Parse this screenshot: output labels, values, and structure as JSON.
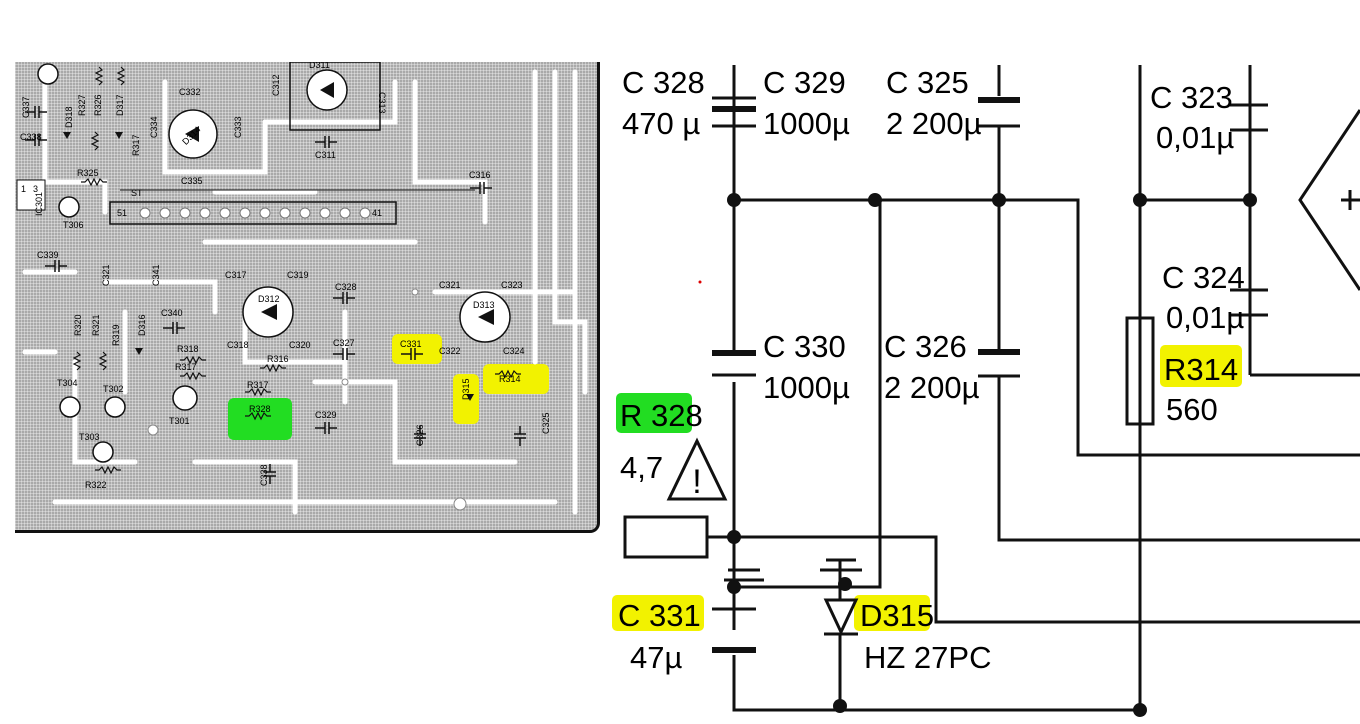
{
  "pcb": {
    "labels": {
      "c337": "C337",
      "c338": "C338",
      "d318": "D318",
      "r327": "R327",
      "r326": "R326",
      "d317": "D317",
      "r317a": "R317",
      "c334": "C334",
      "d314": "D314",
      "c332": "C332",
      "c333": "C333",
      "c335": "C335",
      "c312": "C312",
      "d311": "D311",
      "c313": "C313",
      "c311": "C311",
      "ic301": "IC301",
      "r325": "R325",
      "st": "ST",
      "t306": "T306",
      "c316": "C316",
      "pin51": "51",
      "pin41": "41",
      "pin1": "1",
      "pin3": "3",
      "c339": "C339",
      "c321a": "C321",
      "c341": "C341",
      "c317": "C317",
      "c319": "C319",
      "c328": "C328",
      "c321b": "C321",
      "c323": "C323",
      "d312": "D312",
      "d313": "D313",
      "c340": "C340",
      "d316": "D316",
      "r320": "R320",
      "r321": "R321",
      "r319": "R319",
      "r318": "R318",
      "c318": "C318",
      "c320": "C320",
      "c327": "C327",
      "c331": "C331",
      "c322": "C322",
      "c324": "C324",
      "r316": "R316",
      "r317b": "R317",
      "r314": "R314",
      "d315": "D315",
      "t304": "T304",
      "t302": "T302",
      "t301": "T301",
      "r317c": "R317",
      "r328": "R328",
      "c329": "C329",
      "c326": "C326",
      "c325": "C325",
      "t303": "T303",
      "r322": "R322",
      "c338b": "C338"
    }
  },
  "schematic": {
    "c328": {
      "ref": "C 328",
      "value": "470 µ"
    },
    "c329": {
      "ref": "C 329",
      "value": "1000µ"
    },
    "c325": {
      "ref": "C 325",
      "value": "2 200µ"
    },
    "c323": {
      "ref": "C 323",
      "value": "0,01µ"
    },
    "c324": {
      "ref": "C 324",
      "value": "0,01µ"
    },
    "c330": {
      "ref": "C 330",
      "value": "1000µ"
    },
    "c326": {
      "ref": "C 326",
      "value": "2 200µ"
    },
    "r314": {
      "ref": "R314",
      "value": "560"
    },
    "r328": {
      "ref": "R 328",
      "value": "4,7"
    },
    "c331": {
      "ref": "C 331",
      "value": "47µ"
    },
    "d315": {
      "ref": "D315",
      "value": "HZ 27PC"
    },
    "warning_symbol": "!"
  },
  "colors": {
    "highlight_yellow": "#f2f200",
    "highlight_green": "#22dd22",
    "trace": "#111111",
    "pcb_bg": "#a9a9a9"
  }
}
